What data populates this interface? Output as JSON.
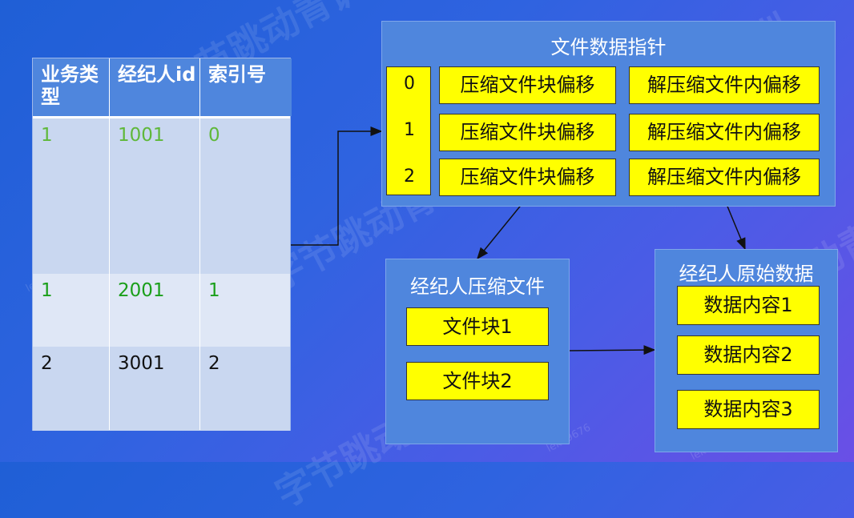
{
  "watermark": {
    "text": "字节跳动青训",
    "small": "lekl 9676"
  },
  "table": {
    "headers": [
      "业务类型",
      "经纪人id",
      "索引号"
    ],
    "rows": [
      {
        "type": "1",
        "agent_id": "1001",
        "index": "0",
        "color": "#5fb83a"
      },
      {
        "type": "1",
        "agent_id": "2001",
        "index": "1",
        "color": "#1a9f1a"
      },
      {
        "type": "2",
        "agent_id": "3001",
        "index": "2",
        "color": "#111111"
      }
    ]
  },
  "pointer_panel": {
    "title": "文件数据指针",
    "indices": [
      "0",
      "1",
      "2"
    ],
    "rows": [
      {
        "compressed": "压缩文件块偏移",
        "decompressed": "解压缩文件内偏移"
      },
      {
        "compressed": "压缩文件块偏移",
        "decompressed": "解压缩文件内偏移"
      },
      {
        "compressed": "压缩文件块偏移",
        "decompressed": "解压缩文件内偏移"
      }
    ]
  },
  "compressed_panel": {
    "title": "经纪人压缩文件",
    "blocks": [
      "文件块1",
      "文件块2"
    ]
  },
  "raw_panel": {
    "title": "经纪人原始数据",
    "items": [
      "数据内容1",
      "数据内容2",
      "数据内容3"
    ]
  },
  "colors": {
    "background": "#2f63e0",
    "panel": "#4f86dd",
    "highlight": "#ffff00",
    "row_light": "#dfe7f6",
    "row_dark": "#c9d7f0"
  }
}
